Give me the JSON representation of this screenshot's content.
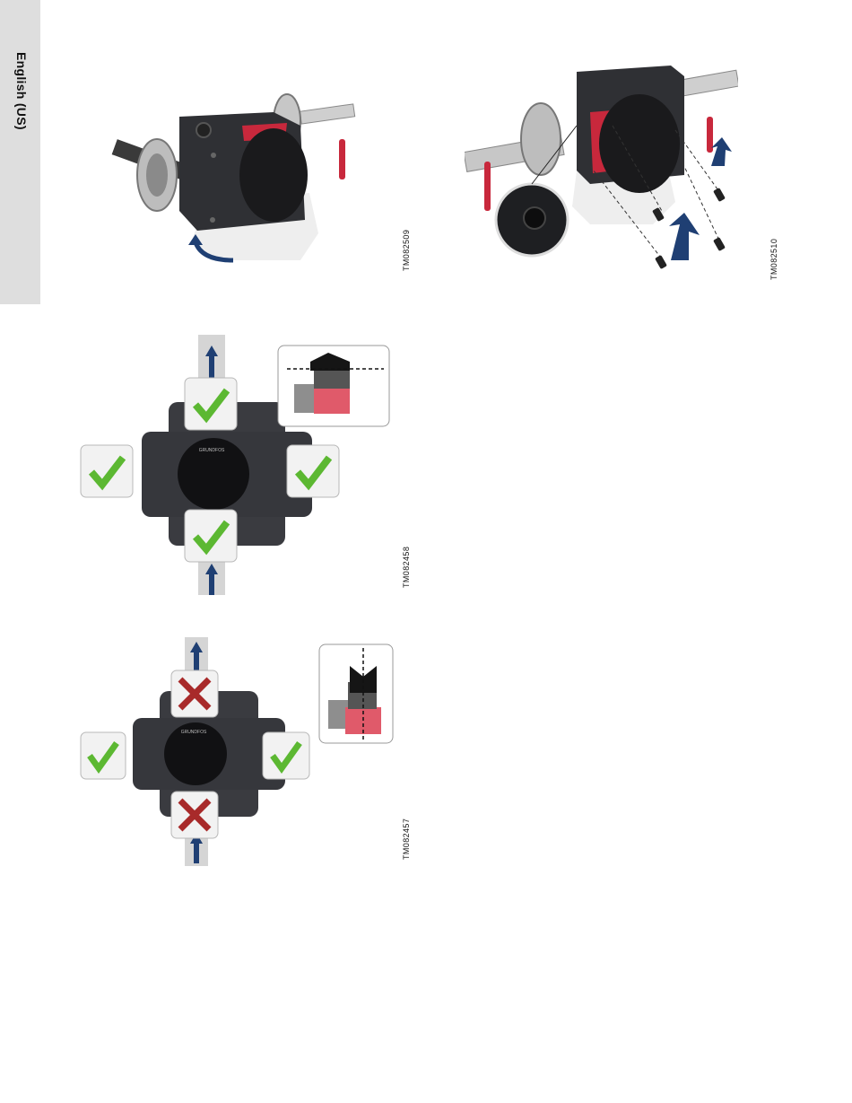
{
  "side_tab": {
    "label": "English (US)"
  },
  "figures": [
    {
      "id": "fig-1",
      "code": "TM082509"
    },
    {
      "id": "fig-2",
      "code": "TM082510"
    },
    {
      "id": "fig-3",
      "code": "TM082458"
    },
    {
      "id": "fig-4",
      "code": "TM082457"
    }
  ],
  "colors": {
    "pump_body": "#2f3034",
    "pump_red": "#c8283c",
    "arrow_blue": "#1f3f73",
    "check_green": "#5cb832",
    "cross_red": "#a82a2a",
    "tab_gray": "#dedede"
  }
}
